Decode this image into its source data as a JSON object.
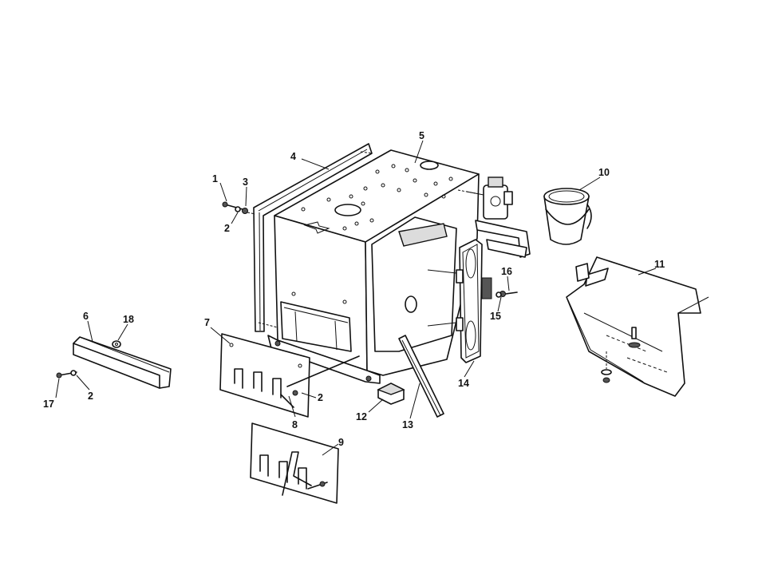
{
  "callouts": [
    {
      "id": "c1",
      "text": "1"
    },
    {
      "id": "c3",
      "text": "3"
    },
    {
      "id": "c2a",
      "text": "2"
    },
    {
      "id": "c4",
      "text": "4"
    },
    {
      "id": "c5",
      "text": "5"
    },
    {
      "id": "c10",
      "text": "10"
    },
    {
      "id": "c11",
      "text": "11"
    },
    {
      "id": "c16",
      "text": "16"
    },
    {
      "id": "c15",
      "text": "15"
    },
    {
      "id": "c14",
      "text": "14"
    },
    {
      "id": "c6",
      "text": "6"
    },
    {
      "id": "c18",
      "text": "18"
    },
    {
      "id": "c7",
      "text": "7"
    },
    {
      "id": "c17",
      "text": "17"
    },
    {
      "id": "c2b",
      "text": "2"
    },
    {
      "id": "c2c",
      "text": "2"
    },
    {
      "id": "c8",
      "text": "8"
    },
    {
      "id": "c12",
      "text": "12"
    },
    {
      "id": "c13",
      "text": "13"
    },
    {
      "id": "c9",
      "text": "9"
    }
  ]
}
